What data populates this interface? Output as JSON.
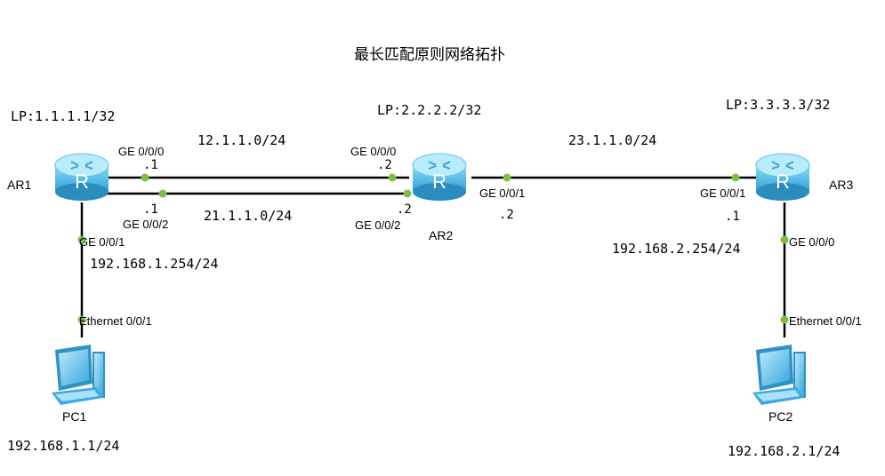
{
  "title": "最长匹配原则网络拓扑",
  "colors": {
    "link": "#000000",
    "port": "#7ac143",
    "router_body": "#5bc0e8",
    "router_top": "#a6e1f7",
    "router_side": "#2f93c4",
    "pc_screen": "#7fd0f5",
    "pc_body": "#3fa9e0"
  },
  "routers": [
    {
      "name": "AR1",
      "loopback": "LP:1.1.1.1/32"
    },
    {
      "name": "AR2",
      "loopback": "LP:2.2.2.2/32"
    },
    {
      "name": "AR3",
      "loopback": "LP:3.3.3.3/32"
    }
  ],
  "pcs": [
    {
      "name": "PC1",
      "ip": "192.168.1.1/24",
      "port": "Ethernet 0/0/1"
    },
    {
      "name": "PC2",
      "ip": "192.168.2.1/24",
      "port": "Ethernet 0/0/1"
    }
  ],
  "links": {
    "ar1_ar2_a": {
      "subnet": "12.1.1.0/24",
      "ar1_port": "GE 0/0/0",
      "ar1_ip": ".1",
      "ar2_port": "GE 0/0/0",
      "ar2_ip": ".2"
    },
    "ar1_ar2_b": {
      "subnet": "21.1.1.0/24",
      "ar1_port": "GE 0/0/2",
      "ar1_ip": ".1",
      "ar2_port": "GE 0/0/2",
      "ar2_ip": ".2"
    },
    "ar2_ar3": {
      "subnet": "23.1.1.0/24",
      "ar2_port": "GE 0/0/1",
      "ar2_ip": ".2",
      "ar3_port": "GE 0/0/1",
      "ar3_ip": ".1"
    },
    "ar1_pc1": {
      "ar1_port": "GE 0/0/1",
      "ar1_ip": "192.168.1.254/24"
    },
    "ar3_pc2": {
      "ar3_port": "GE 0/0/0",
      "ar3_ip": "192.168.2.254/24"
    }
  },
  "router_glyph": "R"
}
